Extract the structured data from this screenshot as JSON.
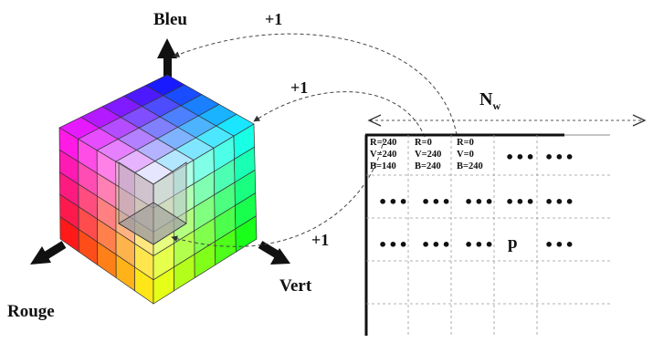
{
  "labels": {
    "bleu": "Bleu",
    "vert": "Vert",
    "rouge": "Rouge",
    "inc_blue": "+1",
    "inc_green": "+1",
    "inc_red": "+1",
    "nw_main": "N",
    "nw_sub": "w",
    "pixel": "p",
    "dots": "•••"
  },
  "pixels": [
    {
      "r": "R=240",
      "v": "V=240",
      "b": "B=140"
    },
    {
      "r": "R=0",
      "v": "V=240",
      "b": "B=240"
    },
    {
      "r": "R=0",
      "v": "V=0",
      "b": "B=240"
    }
  ],
  "colors": {
    "arrow": "#111111",
    "dashed": "#555555",
    "grid": "#9a9a9a"
  }
}
